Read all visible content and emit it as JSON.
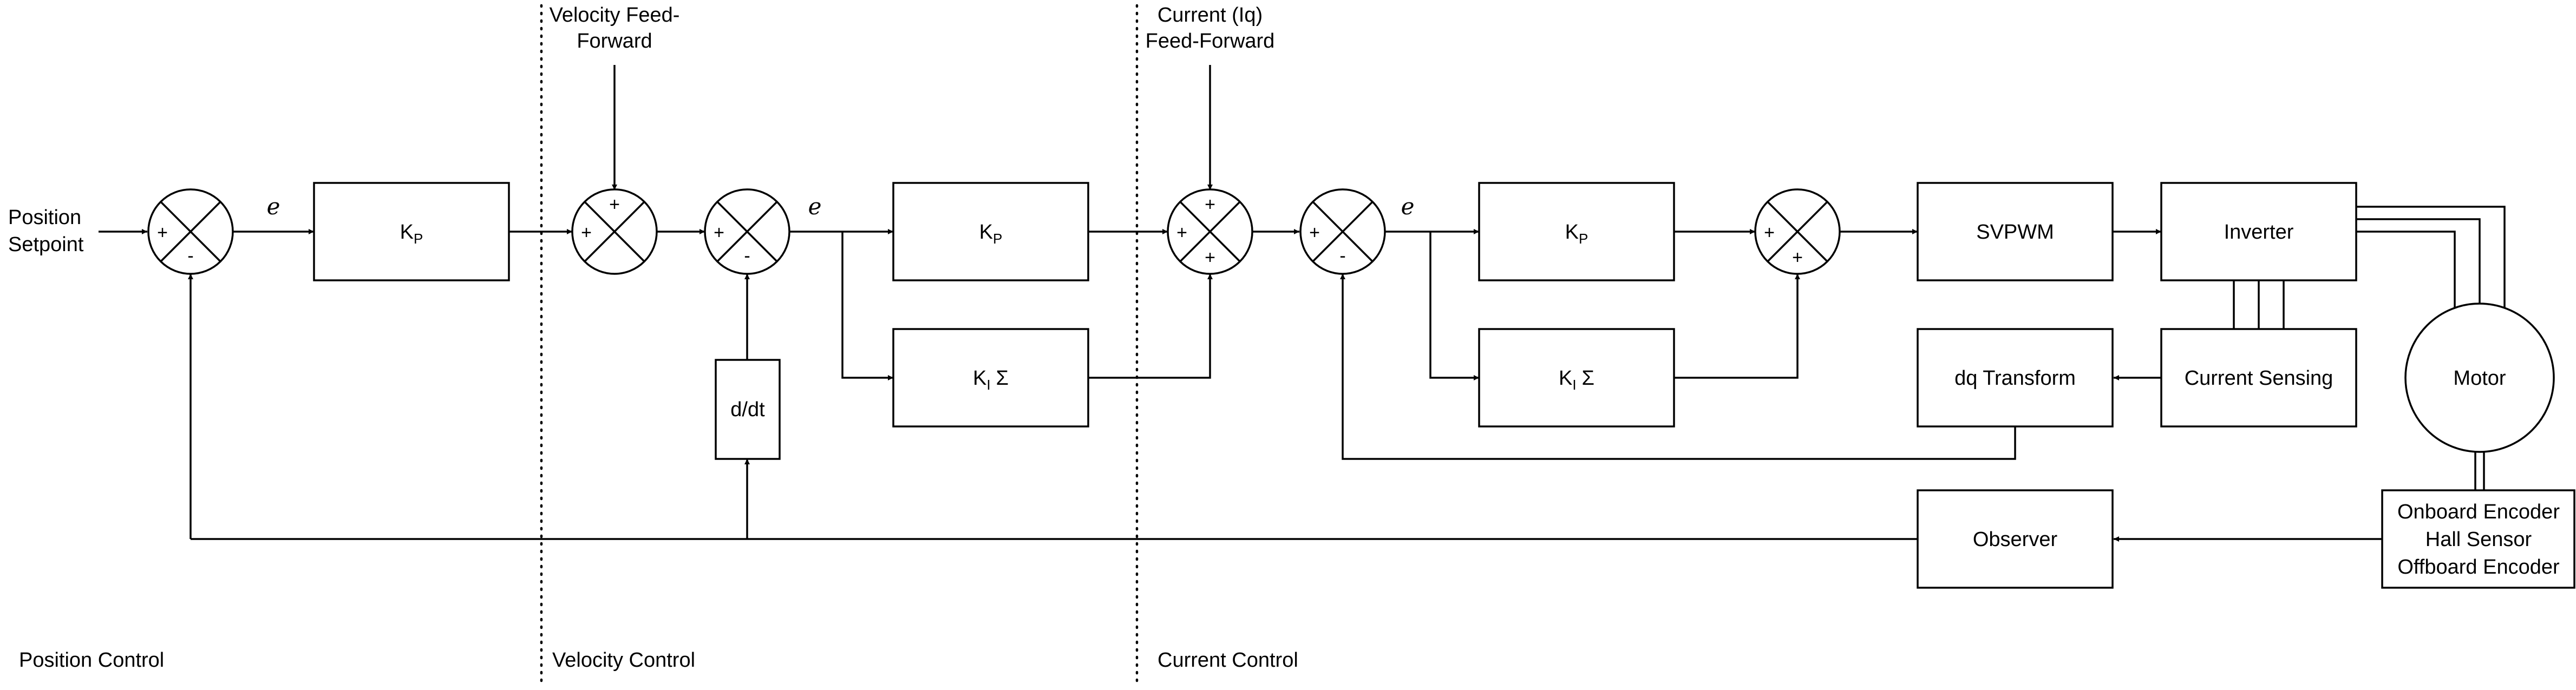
{
  "input": {
    "line1": "Position",
    "line2": "Setpoint"
  },
  "feedforward": {
    "velocity": {
      "line1": "Velocity Feed-",
      "line2": "Forward"
    },
    "current": {
      "line1": "Current  (Iq)",
      "line2": "Feed-Forward"
    }
  },
  "gains": {
    "kp": {
      "main": "K",
      "sub": "P"
    },
    "ki": {
      "main": "K",
      "sub": "I",
      "sym": "Σ"
    }
  },
  "error_label": "e",
  "signs": {
    "plus": "+",
    "minus": "-"
  },
  "blocks": {
    "derivative": "d/dt",
    "svpwm": "SVPWM",
    "inverter": "Inverter",
    "current_sensing": "Current Sensing",
    "dq_transform": "dq Transform",
    "motor": "Motor",
    "observer": "Observer",
    "encoder": {
      "line1": "Onboard Encoder",
      "line2": "Hall Sensor",
      "line3": "Offboard Encoder"
    }
  },
  "sections": {
    "position": "Position Control",
    "velocity": "Velocity Control",
    "current": "Current Control"
  }
}
